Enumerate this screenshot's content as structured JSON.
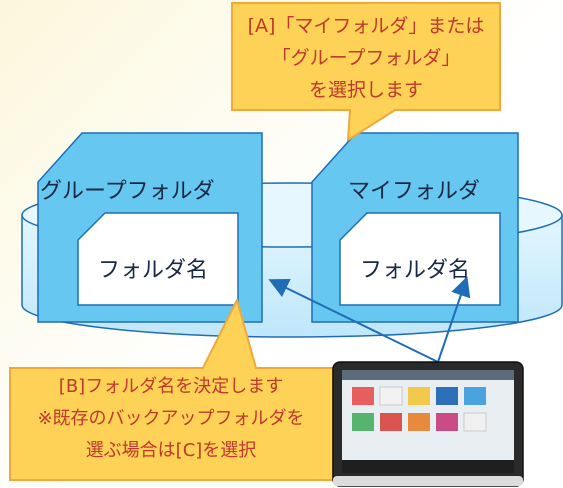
{
  "callouts": {
    "a": {
      "lines": [
        "[A]「マイフォルダ」または",
        "「グループフォルダ」",
        "を選択します"
      ]
    },
    "b": {
      "lines": [
        "[B]フォルダ名を決定します",
        "※既存のバックアップフォルダを",
        "選ぶ場合は[C]を選択"
      ]
    }
  },
  "folders": {
    "group": {
      "title": "グループフォルダ",
      "name_box": "フォルダ名"
    },
    "my": {
      "title": "マイフォルダ",
      "name_box": "フォルダ名"
    }
  },
  "colors": {
    "callout_fill": "#fdd257",
    "callout_stroke": "#f0a83a",
    "callout_text": "#c0392b",
    "folder_fill": "#66c8f0",
    "folder_stroke": "#1f6db6",
    "disc_fill": "#cfeefc",
    "arrow": "#1f6db6"
  },
  "icons": {
    "device": "tablet-device-icon"
  }
}
